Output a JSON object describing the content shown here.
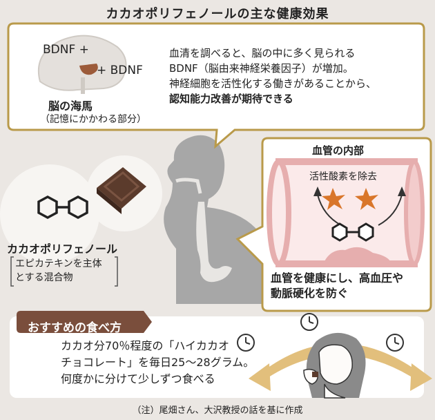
{
  "title": "カカオポリフェノールの主な健康効果",
  "brain": {
    "bdnf_plus_1": "BDNF +",
    "bdnf_plus_2": "+ BDNF",
    "label": "脳の海馬",
    "caption": "（記憶にかかわる部分）"
  },
  "brain_effect": {
    "line1": "血清を調べると、脳の中に多く見られる",
    "line2": "BDNF（脳由来神経栄養因子）が増加。",
    "line3": "神経細胞を活性化する働きがあることから、",
    "line4": "認知能力改善が期待できる"
  },
  "vessel": {
    "heading": "血管の内部",
    "ros_label": "活性酸素を除去",
    "caption_line1": "血管を健康にし、高血圧や",
    "caption_line2": "動脈硬化を防ぐ"
  },
  "polyphenol": {
    "name": "カカオポリフェノール",
    "desc_line1": "エピカテキンを主体",
    "desc_line2": "とする混合物"
  },
  "recommendation": {
    "heading": "おすすめの食べ方",
    "line1": "カカオ分70％程度の「ハイカカオ",
    "line2": "チョコレート」を毎日25～28グラム。",
    "line3": "何度かに分けて少しずつ食べる"
  },
  "footnote": "（注）尾畑さん、大沢教授の話を基に作成",
  "colors": {
    "frame_gold": "#b99a4a",
    "heading_brown": "#7a4e3c",
    "chocolate": "#5b3b2c",
    "hippocampus": "#9c5b3a",
    "vessel_pink": "#e6aeae",
    "ros_orange": "#d9762a",
    "silhouette_gray": "#a7a7a7"
  }
}
